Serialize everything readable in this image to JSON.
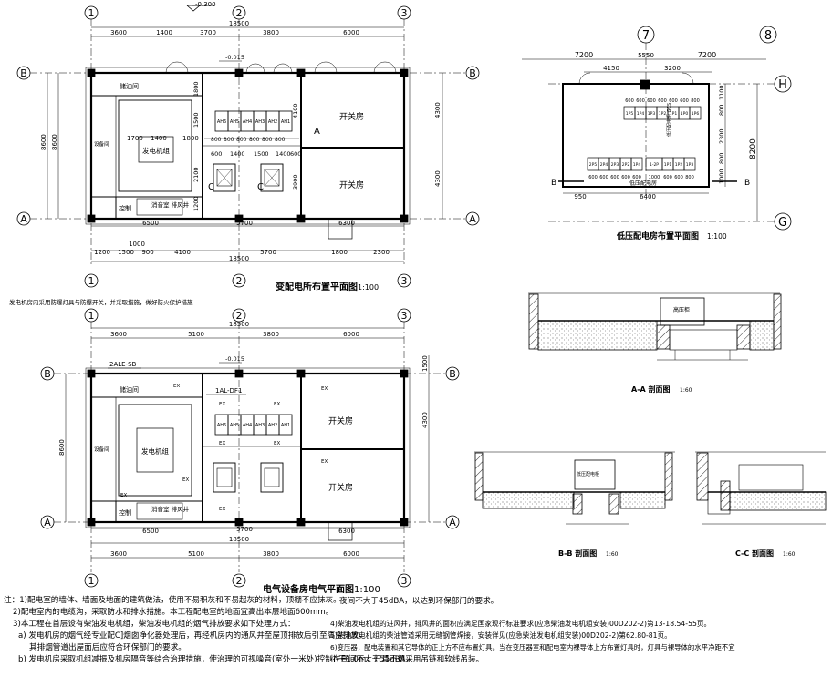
{
  "grid_axes": {
    "top_plan": [
      "1",
      "2",
      "3"
    ],
    "rows_top": [
      "B",
      "A"
    ],
    "bottom_plan": [
      "1",
      "2",
      "3"
    ],
    "lv_plan_cols": [
      "7",
      "8"
    ],
    "lv_plan_rows": [
      "H",
      "G"
    ]
  },
  "plan1": {
    "title": "变配电所布置平面图",
    "scale": "1:100",
    "level_top": "-0.300",
    "level_inner": "-0.015",
    "dims_top_total": "18500",
    "dims_top": [
      "3600",
      "1400",
      "3700",
      "3800",
      "6000"
    ],
    "dims_bottom_1": [
      "6500",
      "5700",
      "6300"
    ],
    "dims_bottom_2": [
      "1200",
      "1500",
      "900",
      "4100",
      "5700",
      "1800",
      "2300"
    ],
    "dims_bottom_sub": "1000",
    "dims_bottom_total": "18500",
    "dims_left": [
      "8600",
      "8600"
    ],
    "dims_right": [
      "4300",
      "4300"
    ],
    "dims_inner_v": [
      "1800",
      "1500",
      "2100",
      "1200",
      "4100",
      "3900"
    ],
    "dims_inner_h": [
      "1700",
      "1400",
      "1800",
      "600",
      "1400",
      "1500",
      "1400",
      "600"
    ],
    "switch_row_dims": [
      "800",
      "800",
      "800",
      "800",
      "800",
      "800"
    ],
    "rooms": {
      "oil": "储油间",
      "generator": "发电机组",
      "equipment": "设备间",
      "control": "控制",
      "silencer": "消音室\n排风井",
      "switch_room_1": "开关房",
      "switch_room_2": "开关房"
    },
    "section_marks": [
      "A",
      "C",
      "C"
    ],
    "cabinets": [
      "AH6",
      "AH5",
      "AH4",
      "AH3",
      "AH2",
      "AH1"
    ]
  },
  "plan2": {
    "title": "电气设备房电气平面图",
    "scale": "1:100",
    "note_top": "发电机房内采用防爆灯具与防爆开关，并采取措施，做好防火保护措施",
    "panel_1": "2ALE-SB",
    "panel_2": "1AL-DF1",
    "level_inner": "-0.015",
    "dims_top_total": "18500",
    "dims_top": [
      "3600",
      "5100",
      "3800",
      "6000"
    ],
    "dims_bottom_1": [
      "6500",
      "5700",
      "6300"
    ],
    "dims_bottom_total": "18500",
    "dims_bottom": [
      "3600",
      "5100",
      "3800",
      "6000"
    ],
    "dims_left": "8600",
    "dims_right": [
      "1500",
      "4300"
    ],
    "rooms": {
      "oil": "储油间",
      "generator": "发电机组",
      "equipment": "设备间",
      "control": "控制",
      "silencer": "消音室\n排风井",
      "switch_room_1": "开关房",
      "switch_room_2": "开关房"
    },
    "cabinets": [
      "AH6",
      "AH5",
      "AH4",
      "AH3",
      "AH2",
      "AH1"
    ],
    "ex_label": "EX"
  },
  "lv_plan": {
    "title": "低压配电房布置平面图",
    "scale": "1:100",
    "dims_top": [
      "7200",
      "5550",
      "7200"
    ],
    "dims_sub": [
      "4150",
      "3200"
    ],
    "dims_right": [
      "1100",
      "800",
      "2300",
      "800",
      "1000"
    ],
    "dims_right_total": "8200",
    "dims_bottom": [
      "950",
      "6400"
    ],
    "top_cabinets": [
      "1P5",
      "1P4",
      "1P3",
      "1P2",
      "1P1",
      "1P0",
      "1P0",
      "1P6"
    ],
    "top_cabinet_dims": [
      "600",
      "600",
      "600",
      "600",
      "600",
      "600",
      "600",
      "800"
    ],
    "bottom_cabinets": [
      "2P5",
      "2P4",
      "2P3",
      "2P2",
      "1P4",
      "1-2P",
      "1P1",
      "1P2",
      "1P3"
    ],
    "bottom_dims": [
      "600",
      "600",
      "600",
      "600",
      "600",
      "600",
      "1000",
      "600",
      "600",
      "800"
    ],
    "room_label": "低压配电房",
    "section_marks": [
      "B",
      "B"
    ],
    "vertical_label": "低压配电柜 GCS"
  },
  "section_aa": {
    "title": "A-A 剖面图",
    "scale": "1:60",
    "label": "高压柜"
  },
  "section_bb": {
    "title": "B-B 剖面图",
    "scale": "1:60",
    "label": "低压配电柜"
  },
  "section_cc": {
    "title": "C-C 剖面图",
    "scale": "1:60"
  },
  "notes": {
    "l1": "注：1)配电室的墙体、墙面及地面的建筑做法，使用不易积灰和不易起灰的材料，顶棚不应抹灰。",
    "l2": "2)配电室内的电缆沟，采取防水和排水措施。本工程配电室的地面宜高出本层地面600mm。",
    "l3": "3)本工程在首层设有柴油发电机组，柴油发电机组的烟气排放要求如下处理方式：",
    "l4": "a) 发电机房的烟气经专业配C]烟囱净化器处理后，再经机房内的通风井至屋顶排放后引至高空排放，",
    "l5": "其排烟管道出屋面后应符合环保部门的要求。",
    "l6": "b) 发电机房采取机组减振及机房隔音等综合治理措施，使治理的可视噪音(室外一米处)控制在昼间不大于55dBA，",
    "r1": "夜间不大于45dBA，以达到环保部门的要求。",
    "r2": "4)柴油发电机组的进风井，排风井的面积应满足国家现行标准要求(应急柴油发电机组安装)00D202-2)第13-18.54-55页。",
    "r3": "5)柴油发电机组的柴油管道采用无缝钢管焊接，安装详见(应急柴油发电机组安装)00D202-2)第62.80-81页。",
    "r4": "6)变压器，配电装置和其它导体的正上方不应布置灯具。当在变压器室和配电室内裸导体上方布置灯具时，灯具与裸导体的水平净距不宜",
    "r5": "小于1.0m，灯具不得采用吊链和软线吊装。"
  }
}
